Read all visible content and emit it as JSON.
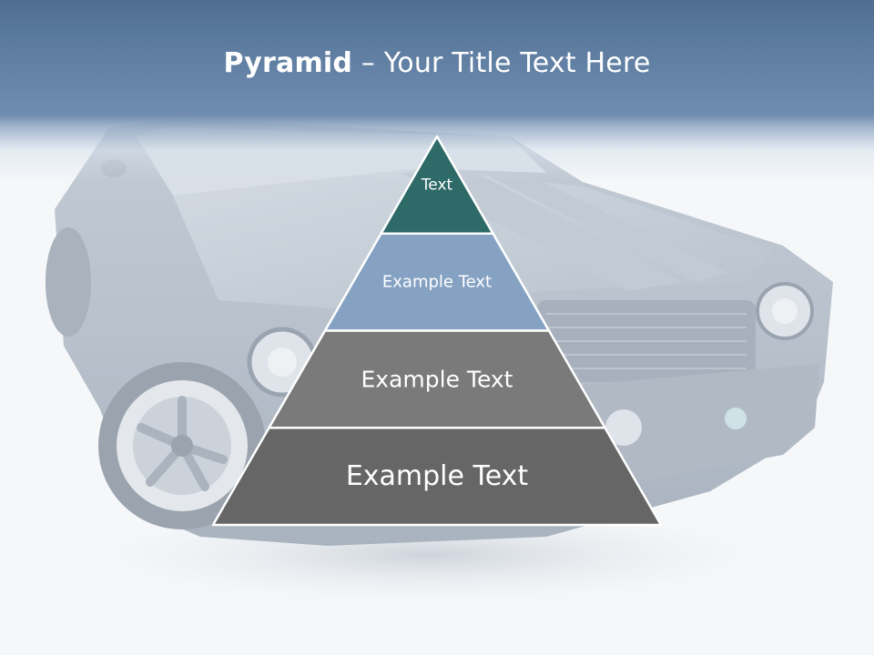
{
  "slide": {
    "title_bold": "Pyramid",
    "title_rest": " – Your Title Text Here"
  },
  "pyramid": {
    "tiers": [
      {
        "label": "Text",
        "color": "#2e6a68"
      },
      {
        "label": "Example Text",
        "color": "#86a2c3"
      },
      {
        "label": "Example Text",
        "color": "#7a7a7a"
      },
      {
        "label": "Example Text",
        "color": "#666666"
      }
    ]
  },
  "background": {
    "icon": "car-photo-background"
  }
}
